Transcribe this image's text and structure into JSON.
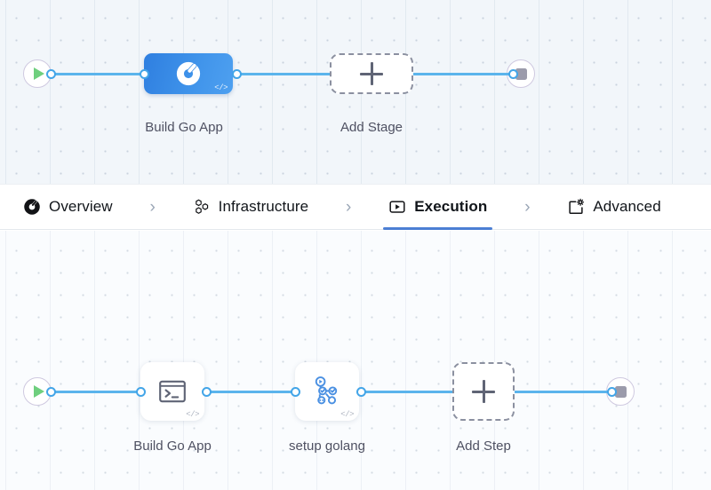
{
  "theme": {
    "accent_blue": "#5bb4ec",
    "tab_active_underline": "#4c7fd4",
    "stage_node_blue": "#3f93ea",
    "label_gray": "#4f5162",
    "canvas_top_bg": "#f2f6fa",
    "canvas_bottom_bg": "#fafcfe",
    "start_icon_green": "#6fcf7e",
    "stop_icon_gray": "#9b9bab"
  },
  "tabs": [
    {
      "label": "Overview",
      "icon": "harness-donut-icon",
      "active": false
    },
    {
      "label": "Infrastructure",
      "icon": "hexagon-cluster-icon",
      "active": false
    },
    {
      "label": "Execution",
      "icon": "play-box-icon",
      "active": true
    },
    {
      "label": "Advanced",
      "icon": "square-gear-icon",
      "active": false
    }
  ],
  "tab_separator": "›",
  "stage_canvas": {
    "start_node": {
      "icon": "play-circle-icon",
      "label": ""
    },
    "end_node": {
      "icon": "stop-circle-icon",
      "label": ""
    },
    "nodes": [
      {
        "label": "Build Go App",
        "type": "stage",
        "icon": "harness-donut-icon",
        "badge": "</>"
      },
      {
        "label": "Add Stage",
        "type": "add",
        "icon": "plus-icon",
        "badge": ""
      }
    ]
  },
  "step_canvas": {
    "start_node": {
      "icon": "play-circle-icon",
      "label": ""
    },
    "end_node": {
      "icon": "stop-circle-icon",
      "label": ""
    },
    "nodes": [
      {
        "label": "Build Go App",
        "type": "step",
        "icon": "terminal-icon",
        "badge": "</>"
      },
      {
        "label": "setup golang",
        "type": "step",
        "icon": "plugin-graph-icon",
        "badge": "</>"
      },
      {
        "label": "Add Step",
        "type": "add",
        "icon": "plus-icon",
        "badge": ""
      }
    ]
  }
}
